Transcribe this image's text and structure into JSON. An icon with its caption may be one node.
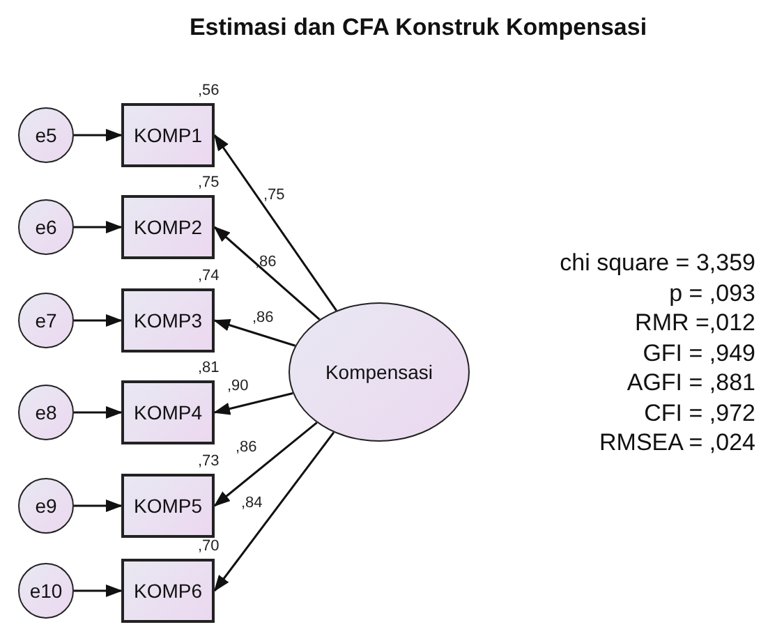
{
  "diagram": {
    "title": "Estimasi dan CFA Konstruk Kompensasi",
    "nodes": [
      {
        "text": [
          "e5"
        ]
      },
      {
        "text": [
          "e6"
        ]
      },
      {
        "text": [
          "e7"
        ]
      },
      {
        "text": [
          "e8"
        ]
      },
      {
        "text": [
          "e9"
        ]
      },
      {
        "text": [
          "e10"
        ]
      },
      {
        "text": [
          "KOMP1"
        ],
        "beside": [
          ",56"
        ]
      },
      {
        "text": [
          "KOMP2"
        ],
        "beside": [
          ",75"
        ]
      },
      {
        "text": [
          "KOMP3"
        ],
        "beside": [
          ",74"
        ]
      },
      {
        "text": [
          "KOMP4"
        ],
        "beside": [
          ",81"
        ]
      },
      {
        "text": [
          "KOMP5"
        ],
        "beside": [
          ",73"
        ]
      },
      {
        "text": [
          "KOMP6"
        ],
        "beside": [
          ",70"
        ]
      },
      {
        "text": [
          "Kompensasi"
        ]
      }
    ],
    "edges": [
      {
        "from": 0,
        "to": 6,
        "arrow": "to"
      },
      {
        "from": 1,
        "to": 7,
        "arrow": "to"
      },
      {
        "from": 2,
        "to": 8,
        "arrow": "to"
      },
      {
        "from": 3,
        "to": 9,
        "arrow": "to"
      },
      {
        "from": 4,
        "to": 10,
        "arrow": "to"
      },
      {
        "from": 5,
        "to": 11,
        "arrow": "to"
      },
      {
        "from": 12,
        "to": 6,
        "arrow": "to",
        "label": ",75"
      },
      {
        "from": 12,
        "to": 7,
        "arrow": "to",
        "label": ",86"
      },
      {
        "from": 12,
        "to": 8,
        "arrow": "to",
        "label": ",86"
      },
      {
        "from": 12,
        "to": 9,
        "arrow": "to",
        "label": ",90"
      },
      {
        "from": 12,
        "to": 10,
        "arrow": "to",
        "label": ",86"
      },
      {
        "from": 12,
        "to": 11,
        "arrow": "to",
        "label": ",84"
      }
    ],
    "labels": [
      "chi square = 3,359",
      "p = ,093",
      "RMR =,012",
      "GFI = ,949",
      "AGFI = ,881",
      "CFI = ,972",
      "RMSEA = ,024"
    ]
  }
}
